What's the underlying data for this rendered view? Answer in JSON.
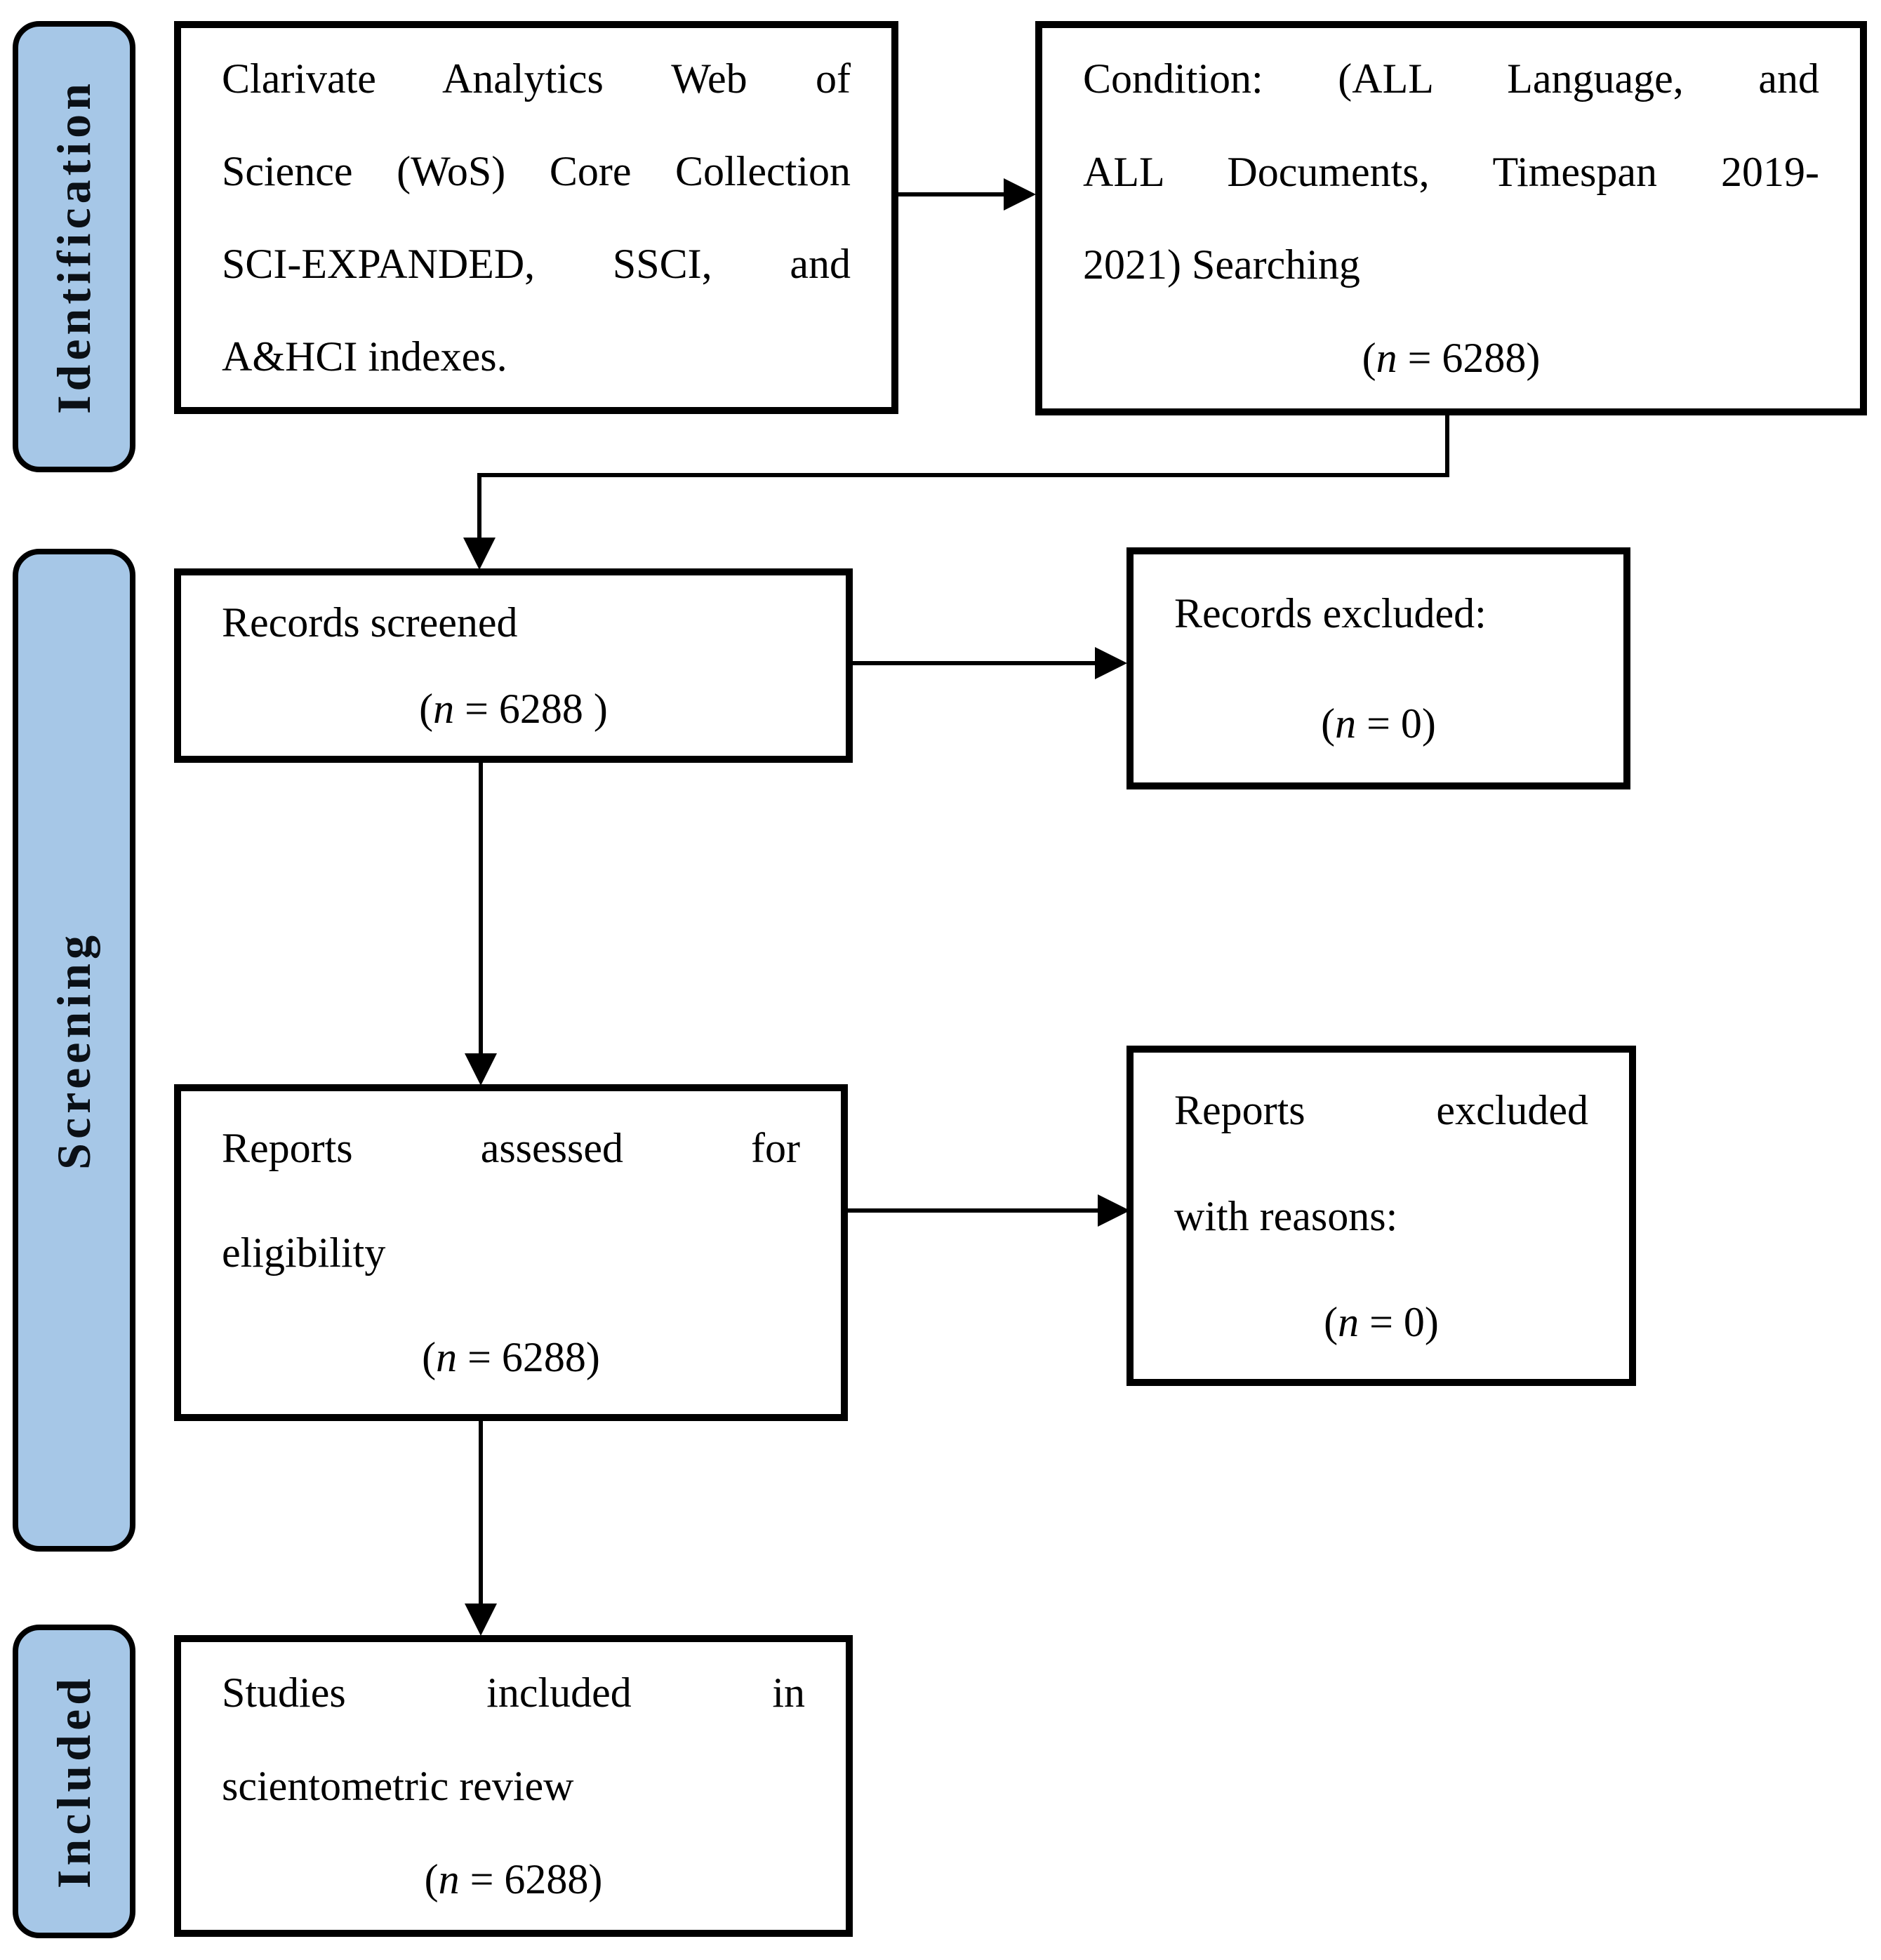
{
  "figure": {
    "stages": [
      {
        "label": "Identification"
      },
      {
        "label": "Screening"
      },
      {
        "label": "Included"
      }
    ],
    "boxes": {
      "source": {
        "lines": [
          "Clarivate Analytics Web of",
          "Science (WoS) Core Collection",
          "SCI-EXPANDED, SSCI, and",
          "A&HCI indexes."
        ]
      },
      "condition": {
        "lines": [
          "Condition: (ALL Language, and",
          "ALL Documents, Timespan 2019-",
          "2021) Searching"
        ],
        "count": {
          "open": "(",
          "var": "n",
          "rest": " = 6288)"
        }
      },
      "screened": {
        "line": "Records screened",
        "count": {
          "open": "(",
          "var": "n",
          "rest": " = 6288 )"
        }
      },
      "records_excluded": {
        "line": "Records excluded:",
        "count": {
          "open": "(",
          "var": "n",
          "rest": " = 0)"
        }
      },
      "assessed": {
        "lines": [
          "Reports assessed for",
          "eligibility"
        ],
        "count": {
          "open": "(",
          "var": "n",
          "rest": " = 6288)"
        }
      },
      "reports_excluded": {
        "lines": [
          "Reports excluded",
          "with reasons:"
        ],
        "count": {
          "open": "(",
          "var": "n",
          "rest": " = 0)"
        }
      },
      "included": {
        "lines": [
          "Studies included in",
          "scientometric review"
        ],
        "count": {
          "open": "(",
          "var": "n",
          "rest": " = 6288)"
        }
      }
    },
    "colors": {
      "stage_fill": "#A6C7E7",
      "stage_text": "#0B1016",
      "line_color": "#000000",
      "box_background": "#FFFFFF"
    }
  }
}
